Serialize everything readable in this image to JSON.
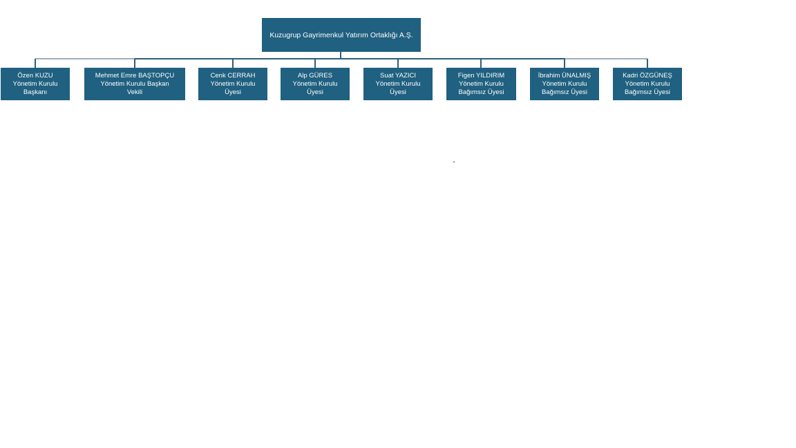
{
  "root": {
    "label": "Kuzugrup Gayrimenkul Yatırım Ortaklığı A.Ş."
  },
  "members": [
    {
      "name": "Özen KUZU",
      "role_line1": "Yönetim Kurulu",
      "role_line2": "Başkanı"
    },
    {
      "name": "Mehmet Emre BAŞTOPÇU",
      "role_line1": "Yönetim Kurulu Başkan",
      "role_line2": "Vekili"
    },
    {
      "name": "Cenk CERRAH",
      "role_line1": "Yönetim Kurulu",
      "role_line2": "Üyesi"
    },
    {
      "name": "Alp GÜRES",
      "role_line1": "Yönetim Kurulu",
      "role_line2": "Üyesi"
    },
    {
      "name": "Suat YAZICI",
      "role_line1": "Yönetim Kurulu",
      "role_line2": "Üyesi"
    },
    {
      "name": "Figen YILDIRIM",
      "role_line1": "Yönetim Kurulu",
      "role_line2": "Bağımsız Üyesi"
    },
    {
      "name": "İbrahim ÜNALMIŞ",
      "role_line1": "Yönetim Kurulu",
      "role_line2": "Bağımsız Üyesi"
    },
    {
      "name": "Kadri ÖZGÜNEŞ",
      "role_line1": "Yönetim Kurulu",
      "role_line2": "Bağımsız Üyesi"
    }
  ],
  "stray_text": ".",
  "colors": {
    "background": "#FFFFFF",
    "box_fill": "#206080",
    "box_text": "#FFFFFF",
    "connector_dark": "#2B5E7A",
    "connector_light": "#9FAFBA"
  }
}
